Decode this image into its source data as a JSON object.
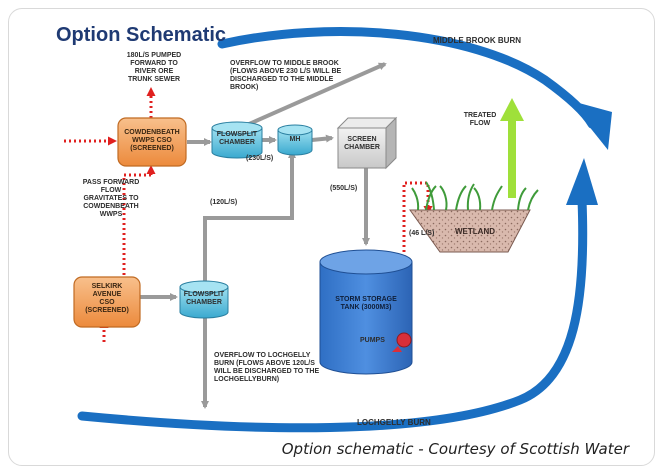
{
  "title": "Option Schematic",
  "caption": "Option schematic - Courtesy of Scottish Water",
  "colors": {
    "title": "#1f3a73",
    "river_arrow": "#1a6fc2",
    "node_fill": "#f3a15b",
    "node_border": "#c06a22",
    "chamber_fill": "#5fc3df",
    "tank_fill": "#3f7fd0",
    "wetland_fill": "#e0c6bd",
    "pump_fill": "#d92f3a",
    "dotted_arrow": "#e0201f",
    "grey_arrow": "#9a9a9a",
    "treated_arrow": "#9fe03a"
  },
  "nodes": {
    "cowdenbeath": "COWDENBEATH\nWwPS CSO\n(Screened)",
    "selkirk": "SELKIRK\nAVENUE\nCSO\n(Screened)",
    "flowsplit_top": "FLOWSPLIT\nCHAMBER",
    "mh": "MH",
    "screen": "SCREEN\nCHAMBER",
    "flowsplit_bottom": "FLOWSPLIT\nCHAMBER",
    "tank": "STORM STORAGE\nTANK (3000m3)",
    "pumps": "PUMPS",
    "wetland": "WETLAND"
  },
  "labels": {
    "middle_brook_burn": "MIDDLE BROOK BURN",
    "lochgelly_burn": "LOCHGELLY BURN",
    "pumped_forward": "180l/s PUMPED\nFORWARD TO\nRIVER ORE\nTRUNK SEWER",
    "pass_forward": "PASS FORWARD\nFLOW\nGRAVITATES TO\nCOWDENBEATH\nWWPS",
    "overflow_middle": "OVERFLOW TO MIDDLE BROOK\n(FLOWS ABOVE 230 L/S WILL BE\nDISCHARGED TO THE MIDDLE\nBROOK)",
    "overflow_lochgelly": "OVERFLOW TO LOCHGELLY\nBURN (FLOWS ABOVE 120L/S\nWILL BE DISCHARGED TO THE\nLOCHGELLYBURN)",
    "treated_flow": "TREATED\nFLOW",
    "flow_230": "(230L/S)",
    "flow_120": "(120L/S)",
    "flow_550": "(550L/S)",
    "flow_46": "(46 L/S)"
  }
}
